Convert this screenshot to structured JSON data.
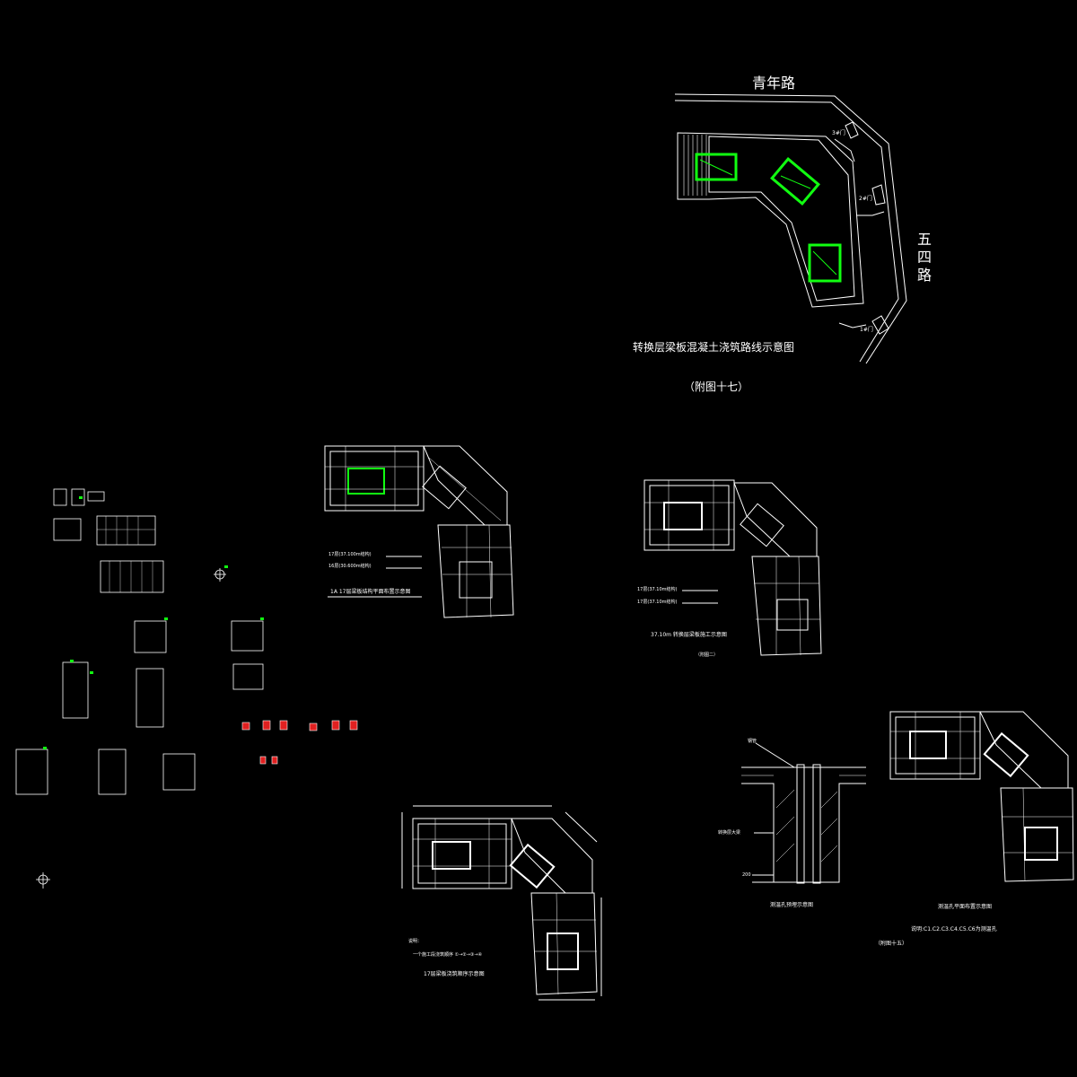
{
  "site_plan": {
    "road_north": "青年路",
    "road_east": "五四路",
    "gate_3": "3#门",
    "gate_2": "2#门",
    "gate_1": "1#门",
    "title": "转换层梁板混凝土浇筑路线示意图",
    "figure_no": "（附图十七）"
  },
  "plan_a": {
    "line1": "17层(37.100m结构)",
    "line2": "16层(30.600m结构)",
    "title": "1A 17层梁板结构平面布置示意图"
  },
  "plan_b": {
    "line1": "17层(37.10m结构)",
    "line2": "17层(37.10m结构)",
    "title": "37.10m 转换层梁板施工示意图",
    "figure_no": "（附图二）"
  },
  "plan_c": {
    "note_head": "说明：",
    "note_body": "一个施工段浇筑顺序 ①→②→③→④",
    "title": "17层梁板浇筑顺序示意图"
  },
  "section": {
    "title": "测温孔预埋示意图",
    "label_pipe": "钢管",
    "label_beam": "转换层大梁",
    "dim": "200"
  },
  "plan_d": {
    "title": "测温孔平面布置示意图",
    "note": "说明:C1.C2.C3.C4.C5.C6为测温孔",
    "figure_no": "（附图十五）"
  }
}
